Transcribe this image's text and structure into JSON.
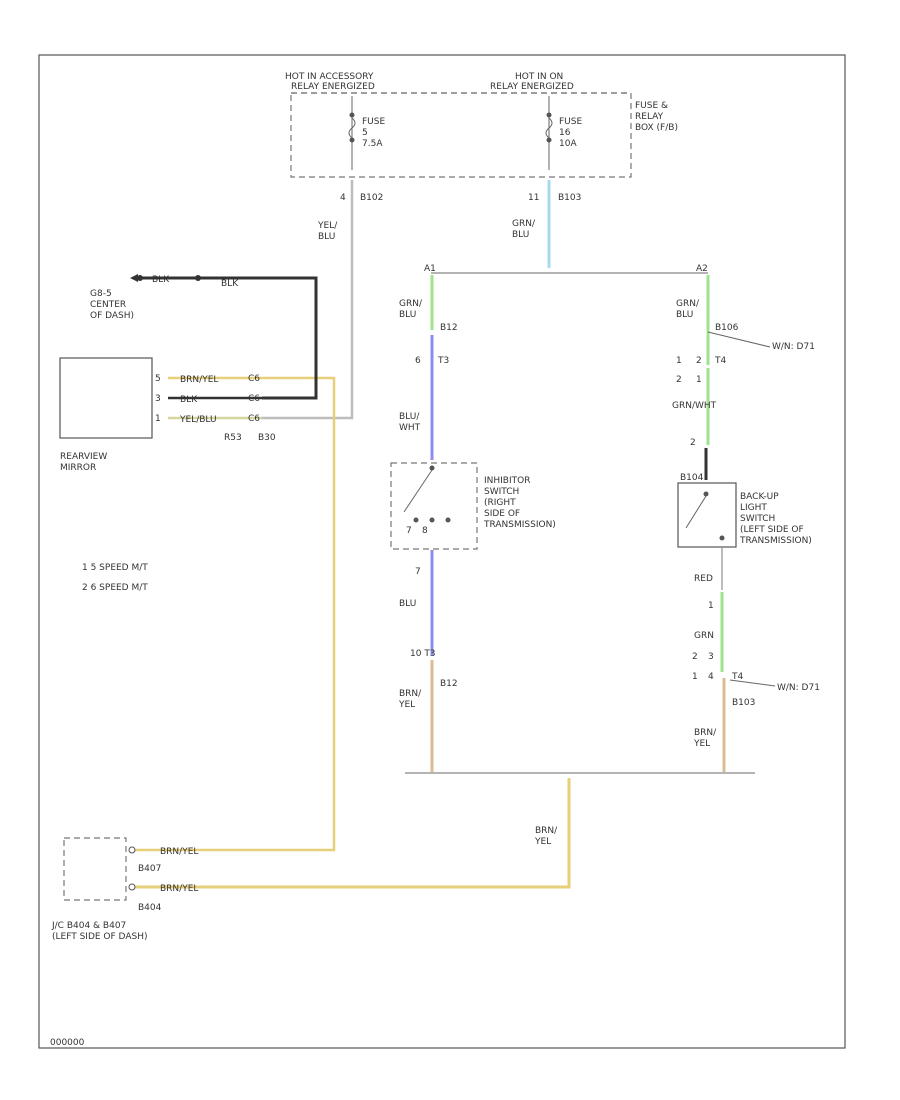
{
  "fuse_box": {
    "hot_accessory": "HOT IN ACCESSORY",
    "relay_energized_1": "RELAY ENERGIZED",
    "hot_on": "HOT IN ON",
    "relay_energized_2": "RELAY ENERGIZED",
    "name": [
      "FUSE &",
      "RELAY",
      "BOX (F/B)"
    ],
    "fuse1": [
      "FUSE",
      "5",
      "7.5A"
    ],
    "fuse2": [
      "FUSE",
      "16",
      "10A"
    ],
    "pin_left": "4",
    "conn_left": "B102",
    "pin_right": "11",
    "conn_right": "B103"
  },
  "wires": {
    "yel_blu": [
      "YEL/",
      "BLU"
    ],
    "grn_blu_top": [
      "GRN/",
      "BLU"
    ],
    "grn_blu_left": [
      "GRN/",
      "BLU"
    ],
    "grn_blu_right": [
      "GRN/",
      "BLU"
    ],
    "blu_wht": [
      "BLU/",
      "WHT"
    ],
    "blu": "BLU",
    "brn_yel_left": [
      "BRN/",
      "YEL"
    ],
    "grn_wht": "GRN/WHT",
    "red": "RED",
    "grn": "GRN",
    "brn_yel_right": [
      "BRN/",
      "YEL"
    ],
    "brn_yel_bottom": [
      "BRN/",
      "YEL"
    ],
    "blk_1": "BLK",
    "blk_2": "BLK",
    "mirror_w1": "BRN/YEL",
    "mirror_w2": "BLK",
    "mirror_w3": "YEL/BLU",
    "jc_w1": "BRN/YEL",
    "jc_w2": "BRN/YEL"
  },
  "connectors": {
    "a1": "A1",
    "a2": "A2",
    "b12": "B12",
    "t3_top_pin": "6",
    "t3": "T3",
    "t4_top": "T4",
    "t4_pins_row1": [
      "1",
      "2"
    ],
    "t4_pins_row2": [
      "2",
      "1"
    ],
    "b106": "B106",
    "wrn_top": "W/N: D71",
    "pin_2": "2",
    "pin_7": "7",
    "t3_bottom": "10   T3",
    "b12_bottom": "B12",
    "pin_1": "1",
    "t4_bottom_row1": [
      "2",
      "3"
    ],
    "t4_bottom_row2": [
      "1",
      "4"
    ],
    "t4_bottom": "T4",
    "b103": "B103",
    "wrn_bottom": "W/N: D71",
    "mirror_pins": [
      "5",
      "3",
      "1"
    ],
    "mirror_conns": [
      "C6",
      "C6",
      "C6"
    ],
    "r53": "R53",
    "b30": "B30",
    "jc_b407": "B407",
    "jc_b404": "B404"
  },
  "components": {
    "ground": [
      "G8-5",
      "CENTER",
      "OF DASH)"
    ],
    "mirror": [
      "REARVIEW",
      "MIRROR"
    ],
    "inhibitor_switch": [
      "INHIBITOR",
      "SWITCH",
      "(RIGHT",
      "SIDE OF",
      "TRANSMISSION)"
    ],
    "inhibitor_pins": [
      "7",
      "8"
    ],
    "backup_switch": [
      "BACK-UP",
      "LIGHT",
      "SWITCH",
      "(LEFT SIDE OF",
      "TRANSMISSION)"
    ],
    "backup_pin": "B104",
    "jc": [
      "J/C B404 & B407",
      "(LEFT SIDE OF DASH)"
    ]
  },
  "legend": [
    "1  5 SPEED M/T",
    "2  6 SPEED M/T"
  ],
  "footer_code": "000000",
  "colors": {
    "yellow": "#e8cf7a",
    "tan": "#d9bc8f",
    "blue": "#8c8cf0",
    "green": "#9fe38f",
    "light_blue": "#a9d8ec",
    "black": "#333333",
    "gray": "#bdbdbd"
  }
}
